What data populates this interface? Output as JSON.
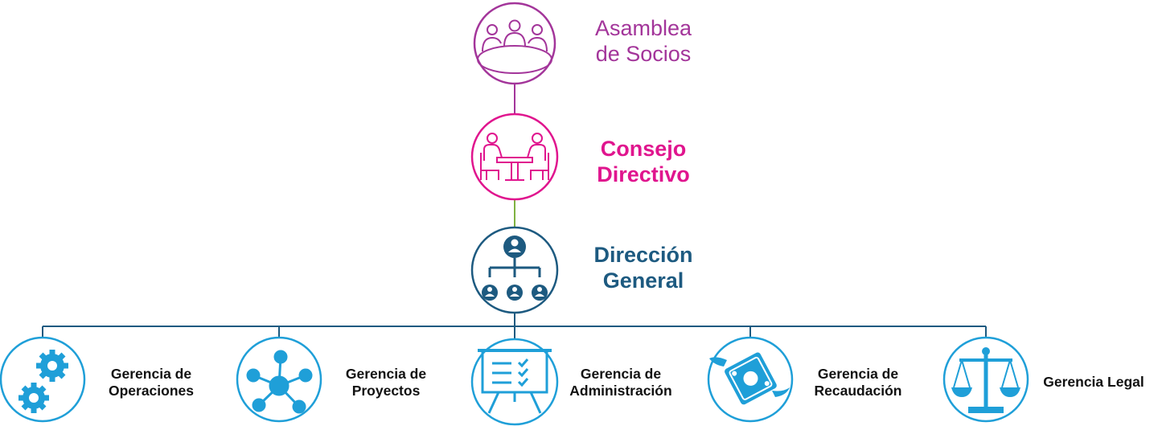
{
  "colors": {
    "asamblea": "#a3359a",
    "consejo": "#e0158e",
    "direccion": "#1d5a80",
    "gerencias": "#1f9fd8",
    "connector_green": "#7fb241",
    "connector_purple": "#a3359a",
    "connector_blue": "#1d5a80"
  },
  "nodes": {
    "asamblea": {
      "label_line1": "Asamblea",
      "label_line2": "de Socios",
      "icon": "meeting-group-icon"
    },
    "consejo": {
      "label_line1": "Consejo",
      "label_line2": "Directivo",
      "icon": "board-table-icon"
    },
    "direccion": {
      "label_line1": "Dirección",
      "label_line2": "General",
      "icon": "org-chart-icon"
    }
  },
  "gerencias": [
    {
      "line1": "Gerencia de",
      "line2": "Operaciones",
      "icon": "gears-icon"
    },
    {
      "line1": "Gerencia de",
      "line2": "Proyectos",
      "icon": "network-hub-icon"
    },
    {
      "line1": "Gerencia de",
      "line2": "Administración",
      "icon": "presentation-board-icon"
    },
    {
      "line1": "Gerencia de",
      "line2": "Recaudación",
      "icon": "flying-money-icon"
    },
    {
      "line1": "Gerencia Legal",
      "icon": "scales-icon"
    }
  ]
}
